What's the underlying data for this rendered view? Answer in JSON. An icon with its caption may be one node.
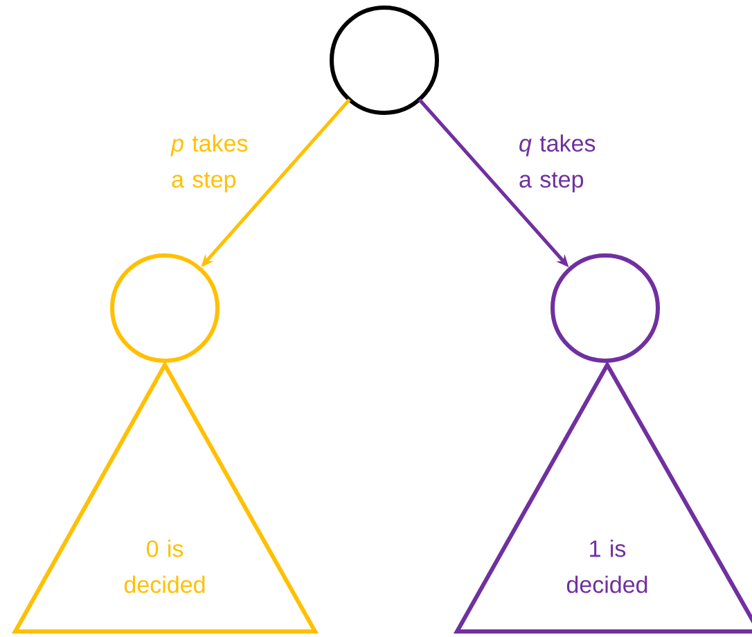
{
  "diagram": {
    "nodes": [
      {
        "text": [],
        "shape": "circle"
      },
      {
        "text": [],
        "shape": "circle"
      },
      {
        "text": [],
        "shape": "circle"
      },
      {
        "text": [
          "0 is decided"
        ]
      },
      {
        "text": [
          "1 is decided"
        ]
      }
    ],
    "edges": [
      {
        "from": 0,
        "to": 1,
        "arrow": "to",
        "label": "*p* takes a step",
        "color": "#ffc000"
      },
      {
        "from": 0,
        "to": 2,
        "arrow": "to",
        "label": "*q* takes a step",
        "color": "#7030a0"
      }
    ]
  }
}
